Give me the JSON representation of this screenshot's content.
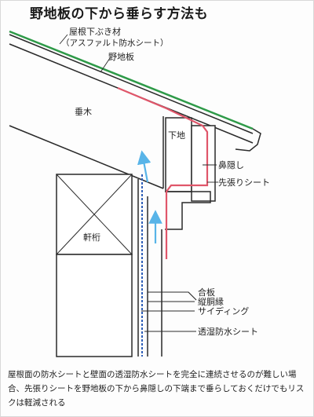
{
  "title": "野地板の下から垂らす方法も",
  "labels": {
    "roofing_underlay": "屋根下ぶき材",
    "roofing_underlay_sub": "（アスファルト防水シート）",
    "sheathing_board": "野地板",
    "rafter": "垂木",
    "underlay_board": "下地",
    "fascia": "鼻隠し",
    "pre_sheet": "先張りシート",
    "eave_beam": "軒桁",
    "plywood": "合板",
    "furring_strip": "縦胴縁",
    "siding": "サイディング",
    "breathable_sheet": "透湿防水シート"
  },
  "caption": "屋根面の防水シートと壁面の透湿防水シートを完全に連続させるのが難しい場合、先張りシートを野地板の下から鼻隠しの下端まで垂らしておくだけでもリスクは軽減される",
  "colors": {
    "roof_underlay": "#2e9a48",
    "pre_sheet": "#e0566a",
    "breathable_sheet": "#2f5fb8",
    "airflow": "#58b4e8",
    "line": "#2a2a2a"
  }
}
